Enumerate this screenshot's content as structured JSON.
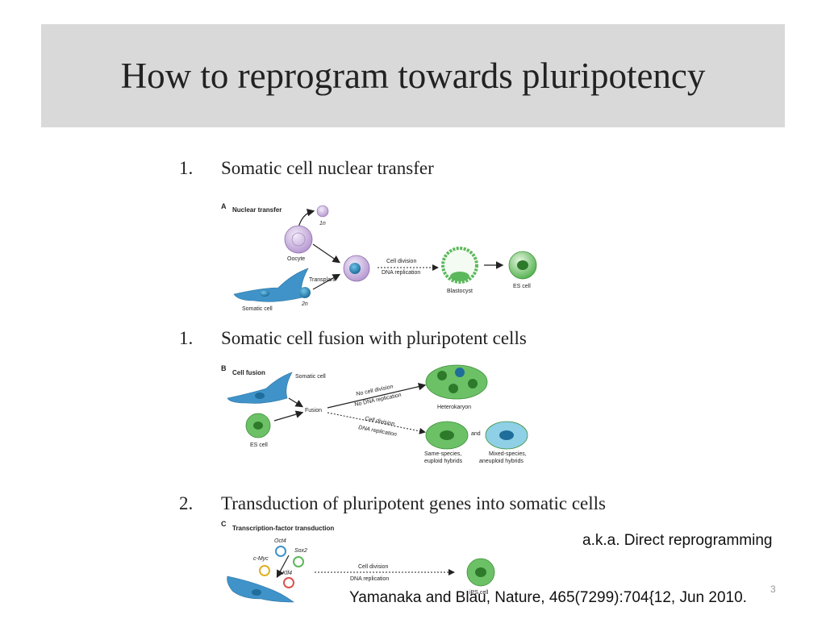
{
  "slide": {
    "title": "How to reprogram towards pluripotency",
    "page_number": "3"
  },
  "items": [
    {
      "number": "1.",
      "text": "Somatic cell nuclear transfer"
    },
    {
      "number": "1.",
      "text": "Somatic cell fusion with pluripotent cells"
    },
    {
      "number": "2.",
      "text": "Transduction of pluripotent genes into somatic cells"
    }
  ],
  "figure_a": {
    "panel": "A",
    "heading": "Nuclear transfer",
    "labels": {
      "haploid": "1n",
      "oocyte": "Oocyte",
      "transplant": "Transplant",
      "diploid": "2n",
      "somatic": "Somatic cell",
      "arrow_top": "Cell division",
      "arrow_bottom": "DNA replication",
      "blastocyst": "Blastocyst",
      "es_cell": "ES cell"
    }
  },
  "figure_b": {
    "panel": "B",
    "heading": "Cell fusion",
    "labels": {
      "somatic": "Somatic cell",
      "fusion": "Fusion",
      "es_cell": "ES cell",
      "upper_arrow_1": "No cell division",
      "upper_arrow_2": "No DNA replication",
      "heterokaryon": "Heterokaryon",
      "lower_arrow_1": "Cell division",
      "lower_arrow_2": "DNA replication",
      "and": "and",
      "same_species_1": "Same-species,",
      "same_species_2": "euploid hybrids",
      "mixed_species_1": "Mixed-species,",
      "mixed_species_2": "aneuploid hybrids"
    }
  },
  "figure_c": {
    "panel": "C",
    "heading": "Transcription-factor transduction",
    "labels": {
      "oct4": "Oct4",
      "sox2": "Sox2",
      "cmyc": "c-Myc",
      "klf4": "Klf4",
      "arrow_top": "Cell division",
      "arrow_bottom": "DNA replication",
      "ips": "iPS cell"
    }
  },
  "notes": {
    "aka": "a.k.a. Direct reprogramming",
    "citation": "Yamanaka and Blau, Nature, 465(7299):704{12, Jun 2010."
  },
  "colors": {
    "title_band": "#d9d9d9",
    "oocyte_purple": "#c9b3dd",
    "somatic_blue": "#3f93c9",
    "es_green": "#5cb85c"
  }
}
